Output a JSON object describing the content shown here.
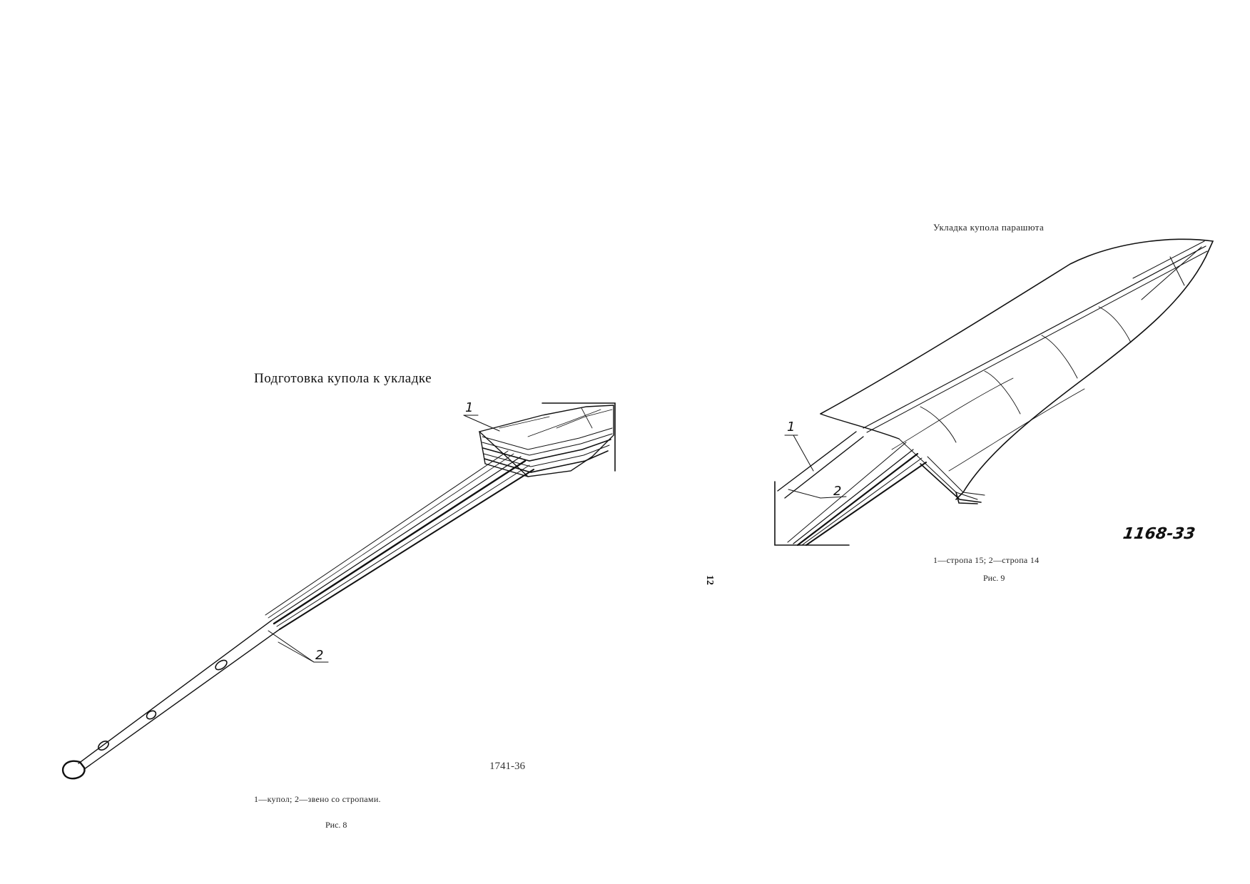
{
  "left_figure": {
    "title": "Подготовка купола к укладке",
    "drawing_code": "1741-36",
    "caption": "1—купол; 2—звено со стропами.",
    "figure_label": "Рис. 8",
    "callouts": [
      "1",
      "2"
    ]
  },
  "right_figure": {
    "title": "Укладка купола парашюта",
    "drawing_code": "1168-33",
    "caption": "1—стропа 15; 2—стропа 14",
    "figure_label": "Рис. 9",
    "callouts": [
      "1",
      "2"
    ]
  },
  "page_number": "12"
}
